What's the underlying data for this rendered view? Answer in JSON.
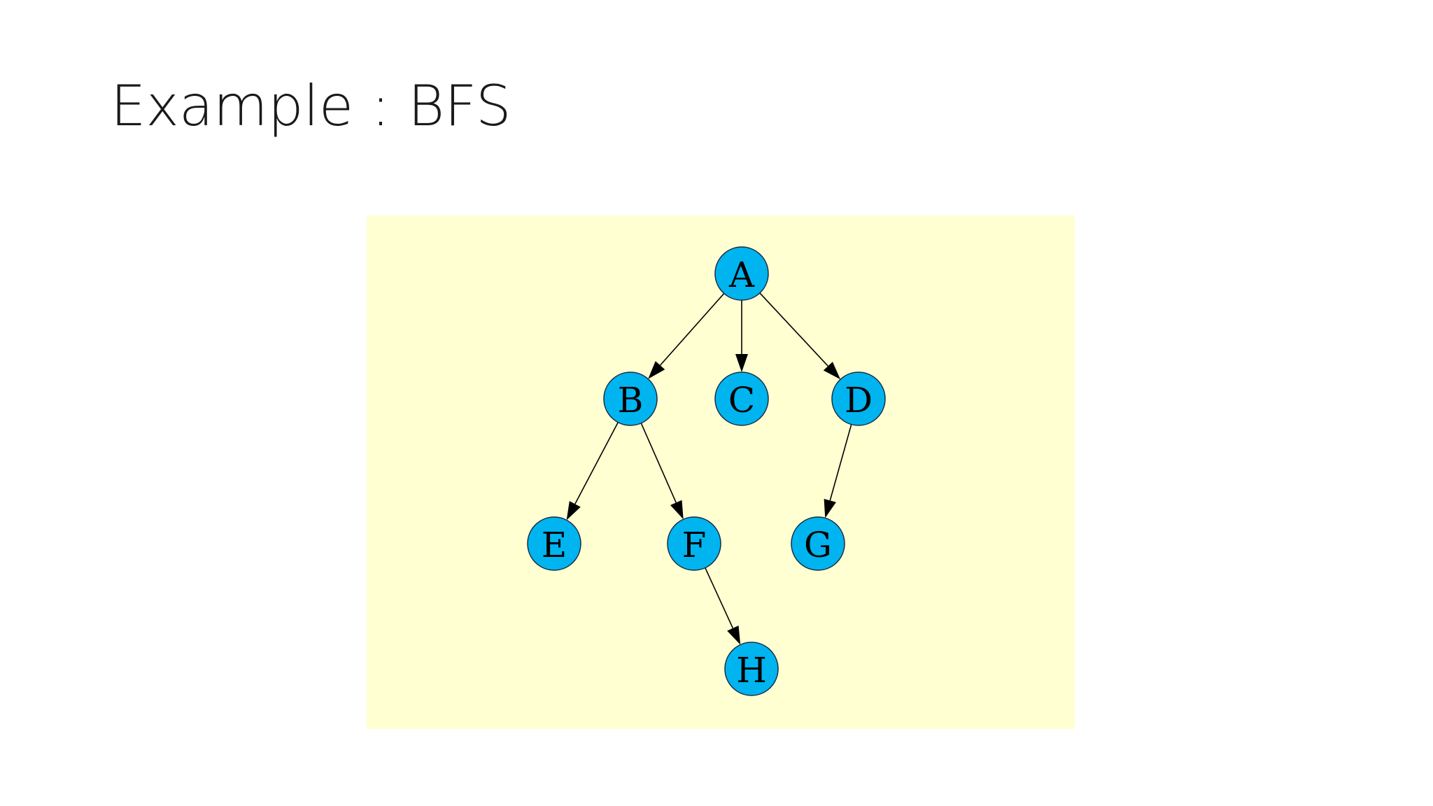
{
  "slide": {
    "title": "Example : BFS"
  },
  "diagram": {
    "panel_color": "#ffffd2",
    "node_fill": "#00b4f0",
    "nodes": [
      {
        "id": "A",
        "label": "A"
      },
      {
        "id": "B",
        "label": "B"
      },
      {
        "id": "C",
        "label": "C"
      },
      {
        "id": "D",
        "label": "D"
      },
      {
        "id": "E",
        "label": "E"
      },
      {
        "id": "F",
        "label": "F"
      },
      {
        "id": "G",
        "label": "G"
      },
      {
        "id": "H",
        "label": "H"
      }
    ],
    "edges": [
      {
        "from": "A",
        "to": "B"
      },
      {
        "from": "A",
        "to": "C"
      },
      {
        "from": "A",
        "to": "D"
      },
      {
        "from": "B",
        "to": "E"
      },
      {
        "from": "B",
        "to": "F"
      },
      {
        "from": "D",
        "to": "G"
      },
      {
        "from": "F",
        "to": "H"
      }
    ]
  }
}
